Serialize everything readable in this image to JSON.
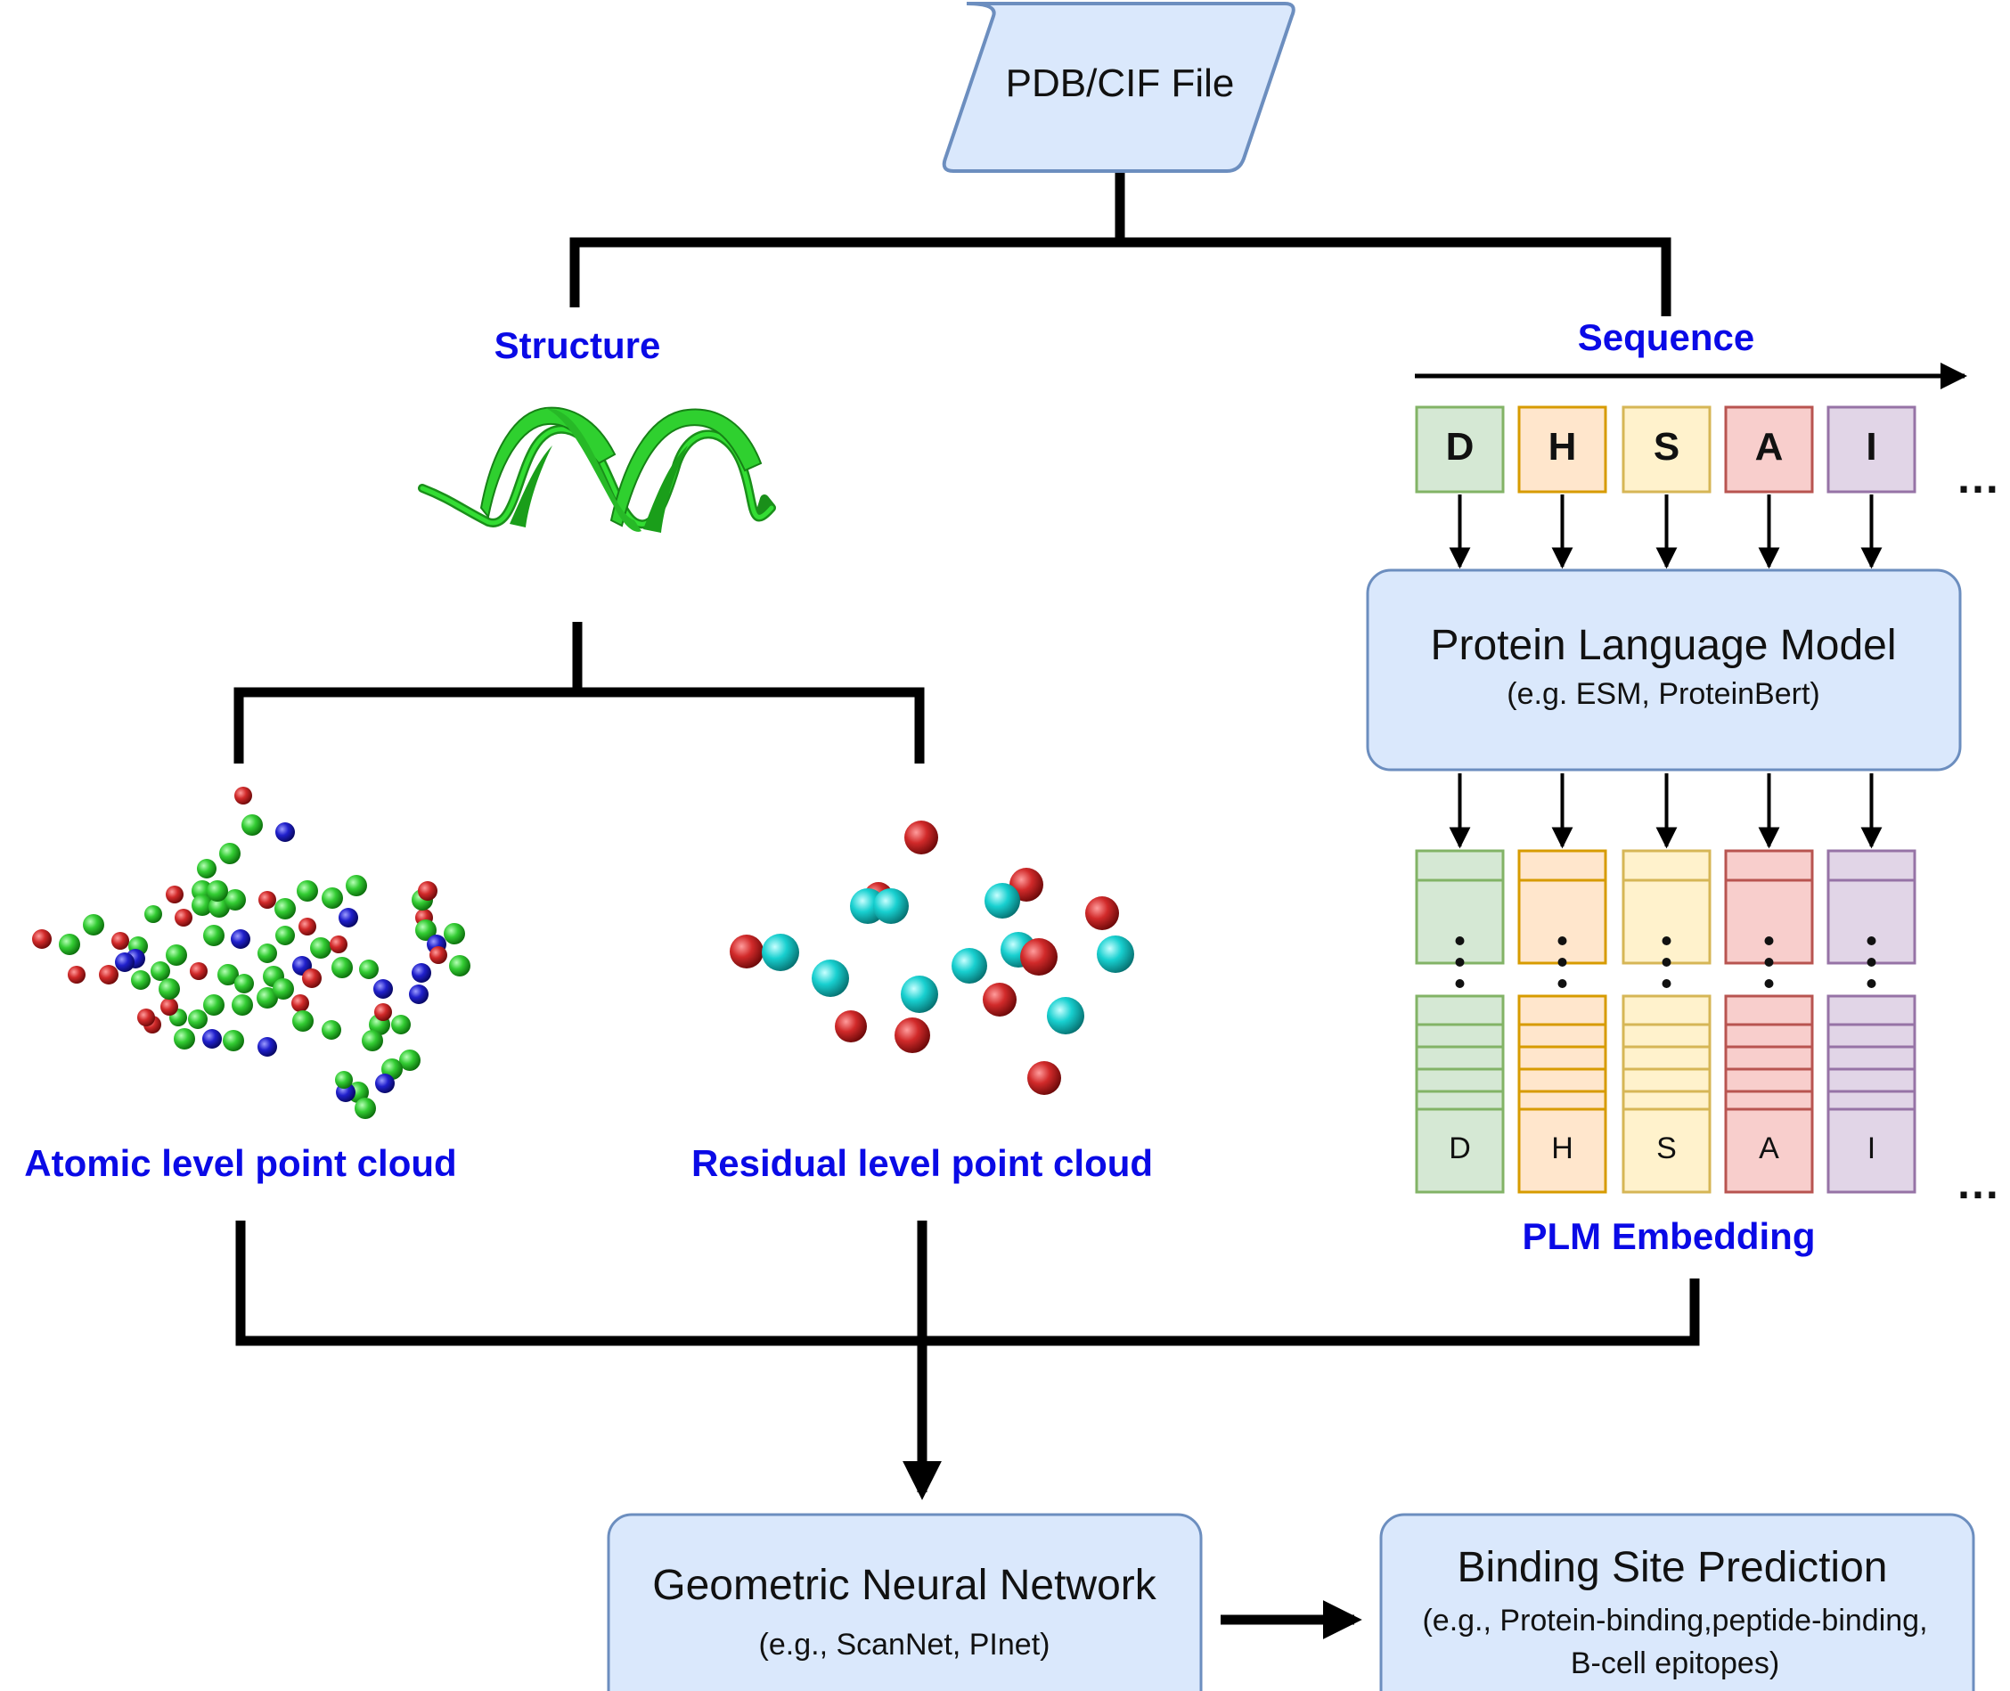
{
  "input_file": {
    "label": "PDB/CIF File"
  },
  "branches": {
    "structure": "Structure",
    "sequence": "Sequence"
  },
  "sequence_tokens": [
    {
      "letter": "D",
      "fill": "#d5e8d4",
      "stroke": "#82b366"
    },
    {
      "letter": "H",
      "fill": "#ffe6cc",
      "stroke": "#d79b00"
    },
    {
      "letter": "S",
      "fill": "#fff2cc",
      "stroke": "#d6b656"
    },
    {
      "letter": "A",
      "fill": "#f8cecc",
      "stroke": "#b85450"
    },
    {
      "letter": "I",
      "fill": "#e1d5e7",
      "stroke": "#9673a6"
    }
  ],
  "plm": {
    "title": "Protein Language Model",
    "subtitle": "(e.g. ESM, ProteinBert)"
  },
  "point_clouds": {
    "atomic": "Atomic level point cloud",
    "residual": "Residual level point cloud"
  },
  "plm_embedding_label": "PLM Embedding",
  "gnn": {
    "title": "Geometric Neural Network",
    "subtitle": "(e.g., ScanNet, PInet)"
  },
  "prediction": {
    "title": "Binding Site Prediction",
    "subtitle_line1": "(e.g., Protein-binding,peptide-binding,",
    "subtitle_line2": "B-cell epitopes)"
  },
  "colors": {
    "box_fill": "#dae8fc",
    "box_stroke": "#6c8ebf",
    "label_blue": "#0a0ae6",
    "helix_green": "#22cc22",
    "atom_green": "#33cc33",
    "atom_red": "#cc2222",
    "atom_blue": "#1a1acc",
    "residue_cyan": "#11cccc"
  }
}
